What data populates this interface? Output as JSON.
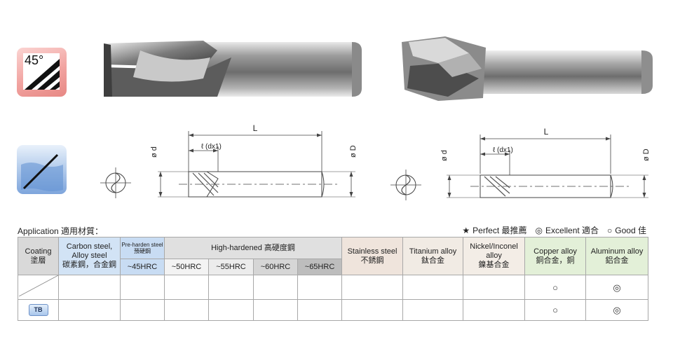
{
  "icons": {
    "angle_label": "45°",
    "angle_icon": "helix-angle-icon",
    "coolant_icon": "dry-cut-icon"
  },
  "drawing": {
    "dim_L": "L",
    "dim_l": "ℓ  (dx1)",
    "dim_d": "ø d",
    "dim_D": "ø D"
  },
  "application": {
    "label": "Application 適用材質：",
    "legend": [
      {
        "symbol": "★",
        "text": "Perfect 最推薦"
      },
      {
        "symbol": "◎",
        "text": "Excellent 適合"
      },
      {
        "symbol": "○",
        "text": "Good 佳"
      }
    ]
  },
  "table": {
    "coating_header": [
      "Coating",
      "塗層"
    ],
    "carbon_header": [
      "Carbon steel,",
      "Alloy steel",
      "碳素鋼，合金鋼"
    ],
    "preharden_header": [
      "Pre-harden steel",
      "預硬鋼"
    ],
    "preharden_sub": "~45HRC",
    "high_header": "High-hardened 高硬度鋼",
    "high_subs": [
      "~50HRC",
      "~55HRC",
      "~60HRC",
      "~65HRC"
    ],
    "stainless_header": [
      "Stainless steel",
      "不銹鋼"
    ],
    "titanium_header": [
      "Titanium alloy",
      "鈦合金"
    ],
    "nickel_header": [
      "Nickel/Inconel",
      "alloy",
      "鎳基合金"
    ],
    "copper_header": [
      "Copper alloy",
      "銅合金，銅"
    ],
    "aluminum_header": [
      "Aluminum alloy",
      "鋁合金"
    ],
    "rows": [
      {
        "coating": "",
        "copper": "○",
        "aluminum": "◎"
      },
      {
        "coating": "TB",
        "copper": "○",
        "aluminum": "◎"
      }
    ]
  }
}
